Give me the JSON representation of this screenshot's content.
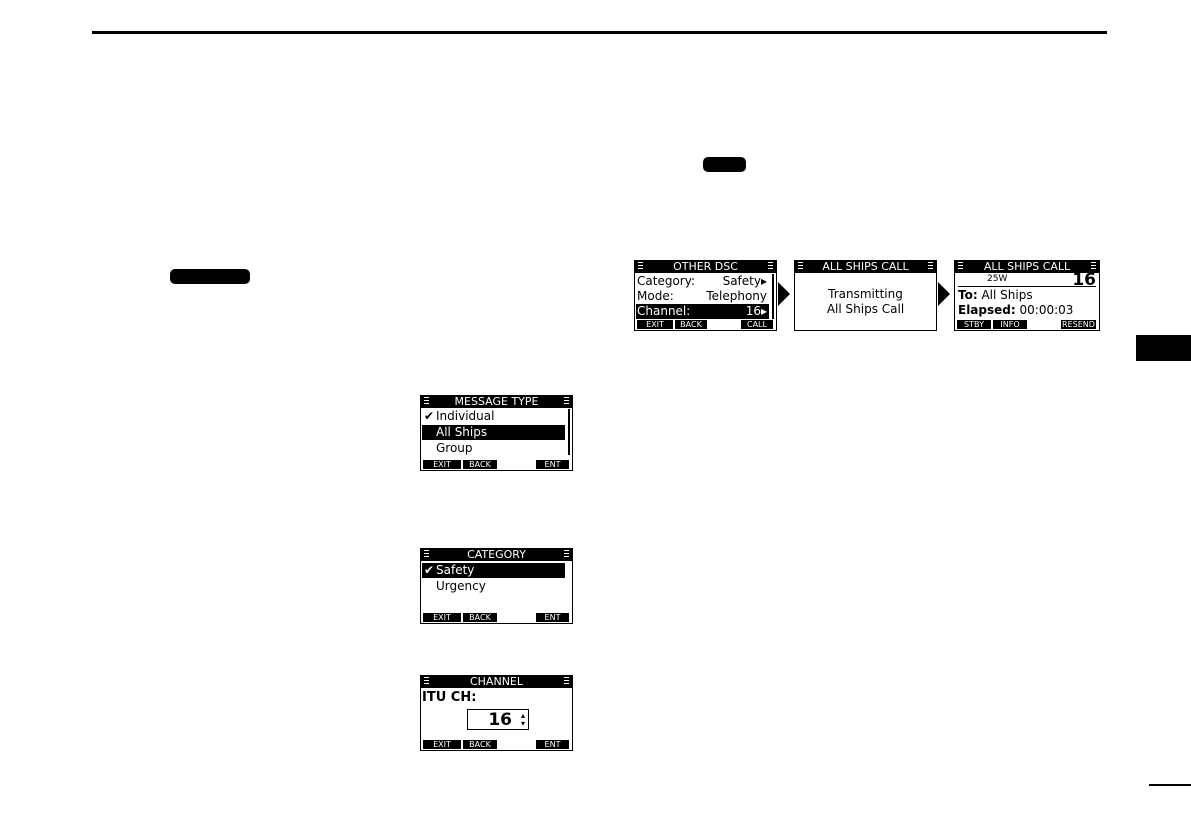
{
  "screens": {
    "message_type": {
      "title": "MESSAGE TYPE",
      "items": [
        {
          "label": "Individual",
          "checked": true,
          "selected": false
        },
        {
          "label": "All Ships",
          "checked": false,
          "selected": true
        },
        {
          "label": "Group",
          "checked": false,
          "selected": false
        }
      ],
      "softkeys": [
        "EXIT",
        "BACK",
        "ENT"
      ]
    },
    "category": {
      "title": "CATEGORY",
      "items": [
        {
          "label": "Safety",
          "checked": true,
          "selected": true
        },
        {
          "label": "Urgency",
          "checked": false,
          "selected": false
        }
      ],
      "softkeys": [
        "EXIT",
        "BACK",
        "ENT"
      ]
    },
    "channel": {
      "title": "CHANNEL",
      "field_label": "ITU CH:",
      "value": "16",
      "softkeys": [
        "EXIT",
        "BACK",
        "ENT"
      ]
    },
    "other_dsc": {
      "title": "OTHER DSC",
      "rows": [
        {
          "key": "Category:",
          "value": "Safety",
          "arrow": "▸"
        },
        {
          "key": "Mode:",
          "value": "Telephony",
          "arrow": ""
        },
        {
          "key": "Channel:",
          "value": "16",
          "arrow": "▸"
        }
      ],
      "softkeys": [
        "EXIT",
        "BACK",
        "CALL"
      ]
    },
    "all_ships_tx": {
      "title": "ALL SHIPS CALL",
      "line1": "Transmitting",
      "line2": "All Ships Call"
    },
    "all_ships_status": {
      "title": "ALL SHIPS CALL",
      "power": "25W",
      "channel": "16",
      "to_label": "To:",
      "to_value": "All Ships",
      "elapsed_label": "Elapsed:",
      "elapsed_value": "00:00:03",
      "softkeys": [
        "STBY",
        "INFO",
        "RESEND"
      ]
    }
  }
}
